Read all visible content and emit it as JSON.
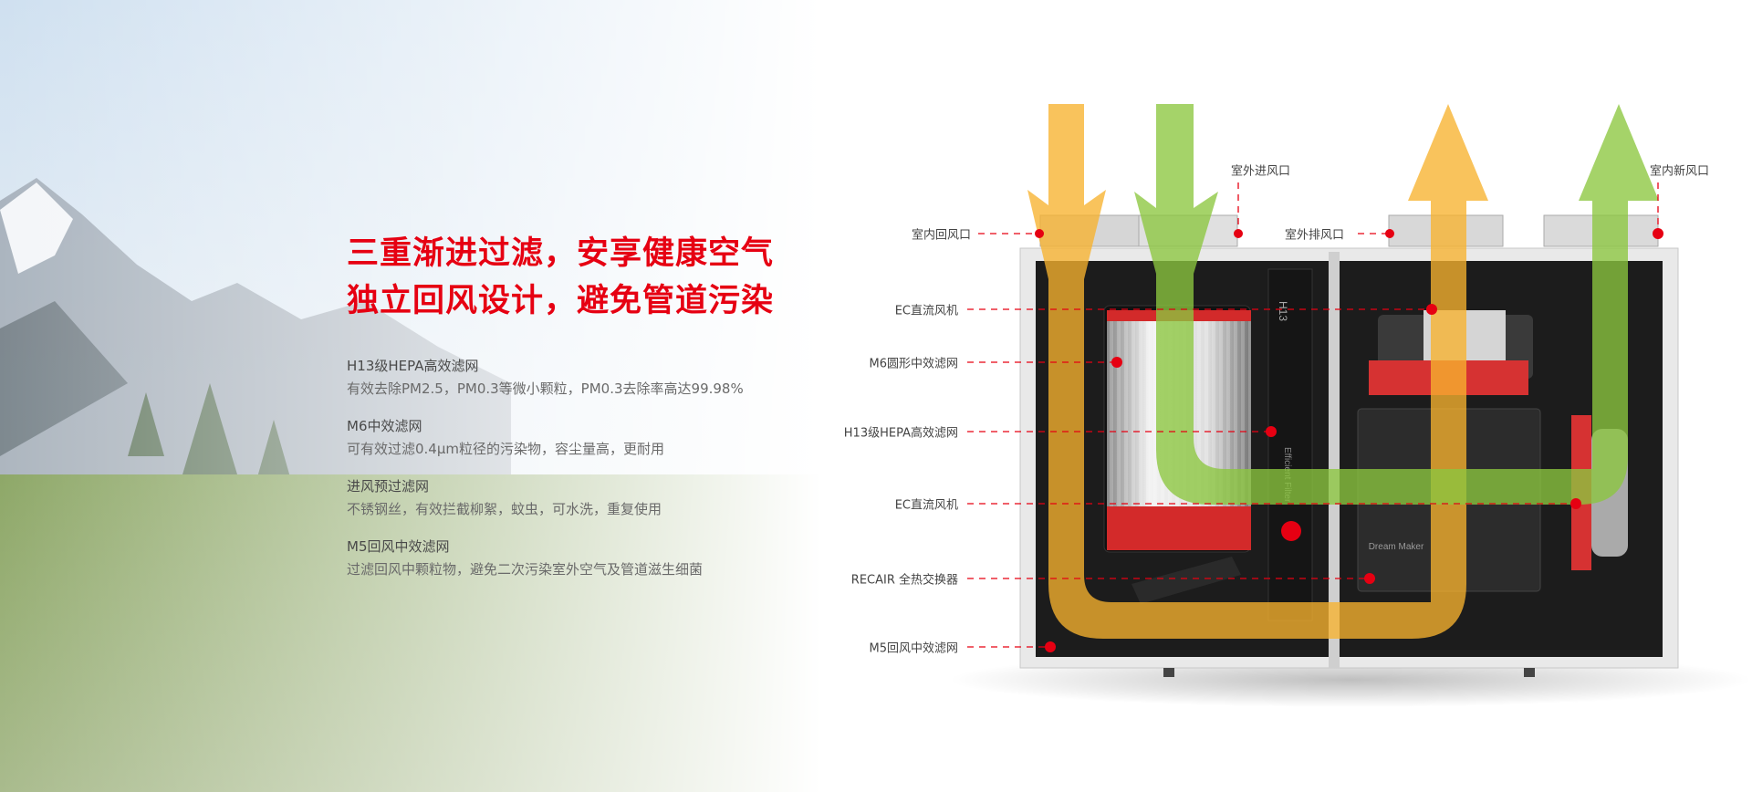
{
  "headline": {
    "line1": "三重渐进过滤，安享健康空气",
    "line2": "独立回风设计，避免管道污染"
  },
  "features": [
    {
      "title": "H13级HEPA高效滤网",
      "desc": "有效去除PM2.5，PM0.3等微小颗粒，PM0.3去除率高达99.98%"
    },
    {
      "title": "M6中效滤网",
      "desc": "可有效过滤0.4μm粒径的污染物，容尘量高，更耐用"
    },
    {
      "title": "进风预过滤网",
      "desc": "不锈钢丝，有效拦截柳絮，蚊虫，可水洗，重复使用"
    },
    {
      "title": "M5回风中效滤网",
      "desc": "过滤回风中颗粒物，避免二次污染室外空气及管道滋生细菌"
    }
  ],
  "callouts": {
    "indoor_return": "室内回风口",
    "outdoor_intake": "室外进风口",
    "outdoor_exhaust": "室外排风口",
    "indoor_fresh": "室内新风口",
    "ec_fan_1": "EC直流风机",
    "m6_filter": "M6圆形中效滤网",
    "h13_filter": "H13级HEPA高效滤网",
    "ec_fan_2": "EC直流风机",
    "exchanger": "RECAIR 全热交换器",
    "m5_filter": "M5回风中效滤网"
  },
  "product_marks": {
    "brand": "Dream Maker",
    "filter": "Efficient Filter",
    "grade": "H13"
  },
  "colors": {
    "accent": "#e60012",
    "exhaust_flow": "#f7b22e",
    "fresh_flow": "#8cc63f"
  }
}
